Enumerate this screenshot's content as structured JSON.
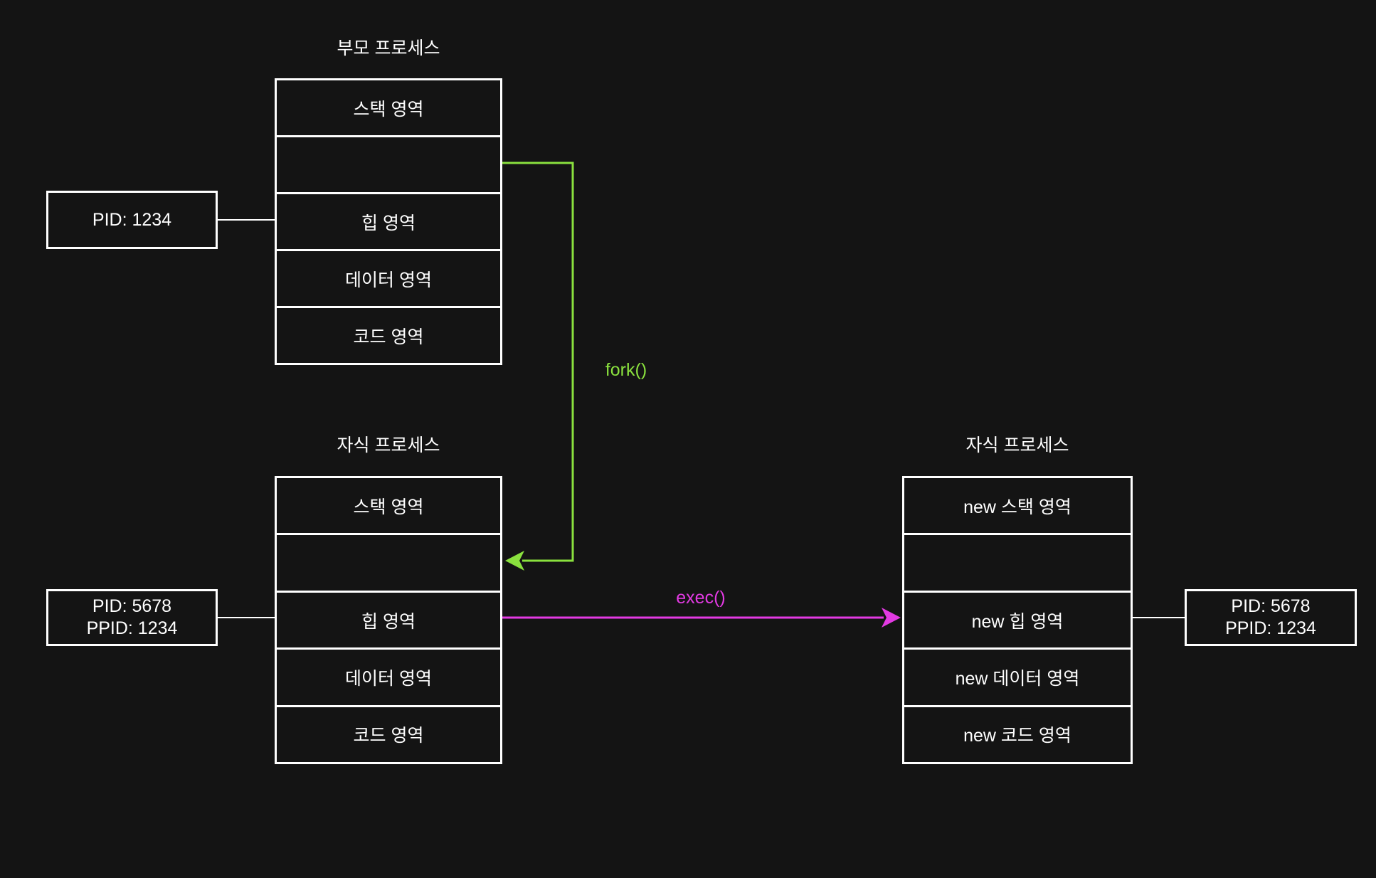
{
  "colors": {
    "background": "#141414",
    "box_border": "#ffffff",
    "text": "#ffffff",
    "fork_green": "#8ae13e",
    "exec_magenta": "#e33ae3"
  },
  "parent_process": {
    "title": "부모 프로세스",
    "pid_box": {
      "line1": "PID: 1234"
    },
    "segments": [
      "스택 영역",
      "",
      "힙 영역",
      "데이터 영역",
      "코드 영역"
    ]
  },
  "forked_child_process": {
    "title": "자식 프로세스",
    "pid_box": {
      "line1": "PID: 5678",
      "line2": "PPID: 1234"
    },
    "segments": [
      "스택 영역",
      "",
      "힙 영역",
      "데이터 영역",
      "코드 영역"
    ]
  },
  "exec_child_process": {
    "title": "자식 프로세스",
    "pid_box": {
      "line1": "PID: 5678",
      "line2": "PPID: 1234"
    },
    "segments": [
      "new 스택 영역",
      "",
      "new 힙 영역",
      "new 데이터 영역",
      "new 코드 영역"
    ]
  },
  "arrows": {
    "fork_label": "fork()",
    "exec_label": "exec()"
  }
}
